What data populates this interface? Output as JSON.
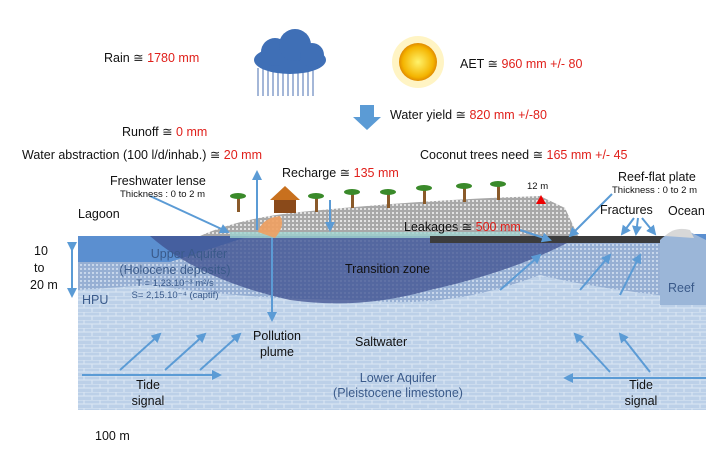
{
  "climate": {
    "rain_label": "Rain ≅ ",
    "rain_value": "1780 mm",
    "aet_label": "AET ≅ ",
    "aet_value": "960 mm +/- 80",
    "water_yield_label": "Water yield ≅ ",
    "water_yield_value": "820 mm +/-80",
    "runoff_label": "Runoff ≅ ",
    "runoff_value": "0 mm",
    "abstraction_label": "Water abstraction (100 l/d/inhab.)  ≅ ",
    "abstraction_value": "20 mm",
    "recharge_label": "Recharge ≅ ",
    "recharge_value": "135 mm",
    "coconut_label": "Coconut trees need ≅ ",
    "coconut_value": "165 mm +/- 45",
    "leakages_label": "Leakages ≅ ",
    "leakages_value": "500 mm"
  },
  "labels": {
    "freshwater_lense": "Freshwater lense",
    "freshwater_thickness": "Thickness : 0 to 2 m",
    "lagoon": "Lagoon",
    "elevation": "12 m",
    "reef_flat_plate": "Reef-flat plate",
    "reef_flat_thickness": "Thickness : 0 to 2 m",
    "fractures": "Fractures",
    "ocean": "Ocean",
    "depth_top": "10",
    "depth_mid": "to",
    "depth_bottom": "20 m",
    "hpu": "HPU",
    "upper_aquifer": "Upper Aquifer",
    "upper_aquifer_sub": "(Holocene deposits)",
    "transmissivity": "T = 1,23.10⁻³ m²/s",
    "storativity": "S= 2,15.10⁻⁴ (captif)",
    "transition_zone": "Transition zone",
    "reef": "Reef",
    "pollution_plume_1": "Pollution",
    "pollution_plume_2": "plume",
    "saltwater": "Saltwater",
    "lower_aquifer": "Lower Aquifer",
    "lower_aquifer_sub": "(Pleistocene limestone)",
    "tide_left_1": "Tide",
    "tide_left_2": "signal",
    "tide_right_1": "Tide",
    "tide_right_2": "signal",
    "scale": "100 m"
  },
  "colors": {
    "value_red": "#e0201b",
    "arrow_blue": "#5b9bd5",
    "lens": "#3d4f8f"
  }
}
